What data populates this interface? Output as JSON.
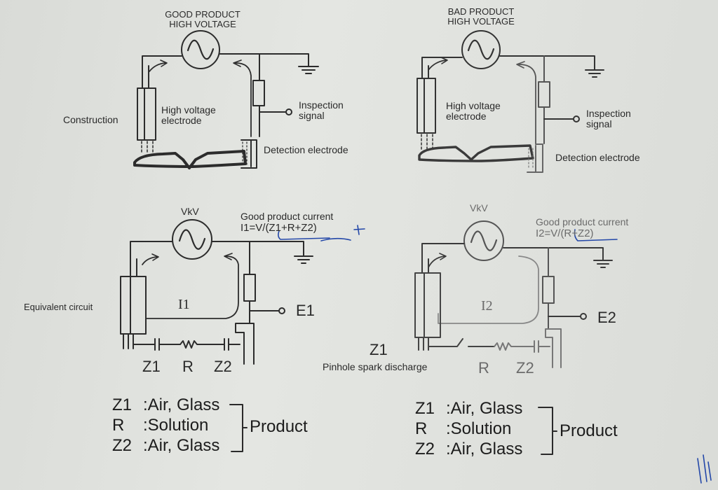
{
  "colors": {
    "ink": "#2c2c2c",
    "faded": "#6e6e6e",
    "pen_blue": "#2347a8"
  },
  "panel_good_top": {
    "title_line1": "GOOD PRODUCT",
    "title_line2": "HIGH VOLTAGE",
    "construction": "Construction",
    "hv_electrode_line1": "High voltage",
    "hv_electrode_line2": "electrode",
    "inspection_line1": "Inspection",
    "inspection_line2": "signal",
    "detection": "Detection electrode"
  },
  "panel_bad_top": {
    "title_line1": "BAD PRODUCT",
    "title_line2": "HIGH VOLTAGE",
    "hv_electrode_line1": "High voltage",
    "hv_electrode_line2": "electrode",
    "inspection_line1": "Inspection",
    "inspection_line2": "signal",
    "detection": "Detection electrode"
  },
  "panel_good_bottom": {
    "source": "VkV",
    "current_title": "Good product current",
    "current_formula": "I1=V/(Z1+R+Z2)",
    "equivalent": "Equivalent circuit",
    "loop": "I1",
    "terminal": "E1",
    "z1": "Z1",
    "r": "R",
    "z2": "Z2"
  },
  "panel_bad_bottom": {
    "source": "VkV",
    "current_title": "Good product current",
    "current_formula": "I2=V/(R+Z2)",
    "loop": "I2",
    "terminal": "E2",
    "z1": "Z1",
    "pinhole": "Pinhole spark discharge",
    "r": "R",
    "z2": "Z2"
  },
  "legend_left": {
    "rows": [
      {
        "code": "Z1",
        "desc": ":Air, Glass"
      },
      {
        "code": "R",
        "desc": ":Solution"
      },
      {
        "code": "Z2",
        "desc": ":Air, Glass"
      }
    ],
    "group": "Product"
  },
  "legend_right": {
    "rows": [
      {
        "code": "Z1",
        "desc": ":Air, Glass"
      },
      {
        "code": "R",
        "desc": ":Solution"
      },
      {
        "code": "Z2",
        "desc": ":Air, Glass"
      }
    ],
    "group": "Product"
  }
}
